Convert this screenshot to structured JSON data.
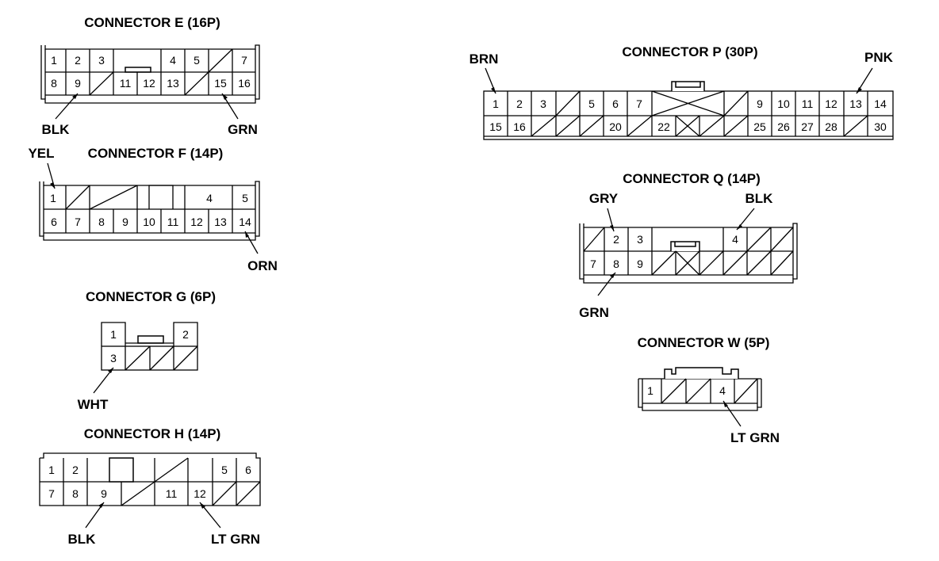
{
  "connectors": {
    "E": {
      "title": "CONNECTOR E (16P)",
      "pins": [
        "1",
        "2",
        "3",
        "4",
        "5",
        "7",
        "8",
        "9",
        "11",
        "12",
        "13",
        "15",
        "16"
      ],
      "wires": [
        "BLK",
        "GRN"
      ]
    },
    "F": {
      "title": "CONNECTOR F (14P)",
      "pins": [
        "1",
        "4",
        "5",
        "6",
        "7",
        "8",
        "9",
        "10",
        "11",
        "12",
        "13",
        "14"
      ],
      "wires": [
        "YEL",
        "ORN"
      ]
    },
    "G": {
      "title": "CONNECTOR G (6P)",
      "pins": [
        "1",
        "2",
        "3"
      ],
      "wires": [
        "WHT"
      ]
    },
    "H": {
      "title": "CONNECTOR H (14P)",
      "pins": [
        "1",
        "2",
        "5",
        "6",
        "7",
        "8",
        "9",
        "11",
        "12"
      ],
      "wires": [
        "BLK",
        "LT GRN"
      ]
    },
    "P": {
      "title": "CONNECTOR P (30P)",
      "pins": [
        "1",
        "2",
        "3",
        "5",
        "6",
        "7",
        "9",
        "10",
        "11",
        "12",
        "13",
        "14",
        "15",
        "16",
        "20",
        "22",
        "25",
        "26",
        "27",
        "28",
        "30"
      ],
      "wires": [
        "BRN",
        "PNK"
      ]
    },
    "Q": {
      "title": "CONNECTOR Q (14P)",
      "pins": [
        "2",
        "3",
        "4",
        "7",
        "8",
        "9"
      ],
      "wires": [
        "GRY",
        "BLK",
        "GRN"
      ]
    },
    "W": {
      "title": "CONNECTOR W (5P)",
      "pins": [
        "1",
        "4"
      ],
      "wires": [
        "LT GRN"
      ]
    }
  }
}
